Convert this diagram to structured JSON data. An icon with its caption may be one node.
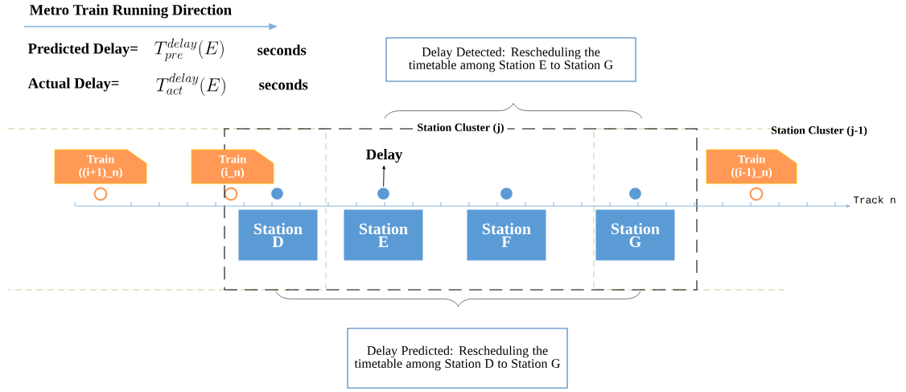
{
  "diagram": {
    "nodes": [
      {
        "text": [
          "Delay Detected: Rescheduling the timetable among Station E to Station G"
        ]
      },
      {
        "text": [
          "Station Cluster (j)"
        ]
      },
      {
        "text": [
          "Train ((i+1)_n)"
        ]
      },
      {
        "text": [
          "Train (i_n)"
        ]
      },
      {
        "text": [
          "Delay"
        ],
        "in": 1
      },
      {
        "text": [
          "Train ((i-1)_n)"
        ]
      },
      {
        "text": [],
        "shape": "circle",
        "in": 1
      },
      {
        "text": [],
        "shape": "circle",
        "in": 1
      },
      {
        "text": [],
        "shape": "circle",
        "in": 1
      },
      {
        "text": [],
        "shape": "circle",
        "in": 1
      },
      {
        "text": [
          "Station D"
        ],
        "in": 1
      },
      {
        "text": [
          "Station E"
        ],
        "in": 1
      },
      {
        "text": [
          "Station F"
        ],
        "in": 1
      },
      {
        "text": [
          "Station G"
        ],
        "in": 1
      },
      {
        "text": [
          "Delay Predicted: Rescheduling the timetable among Station D to Station G"
        ]
      },
      {
        "text": [
          "Track n"
        ]
      }
    ],
    "edges": [
      {
        "from": 7,
        "to": 4,
        "arrow": "to"
      },
      {
        "from": null,
        "to": 15,
        "arrow": "to",
        "color": "#7eaedc"
      }
    ],
    "labels": [
      "Metro Train Running Direction",
      "Predicted Delay=",
      "T_{pre}^{delay}(E)",
      "seconds",
      "Actual Delay=",
      "T_{act}^{delay}(E)",
      "seconds",
      "Station Cluster (j-1)"
    ]
  }
}
